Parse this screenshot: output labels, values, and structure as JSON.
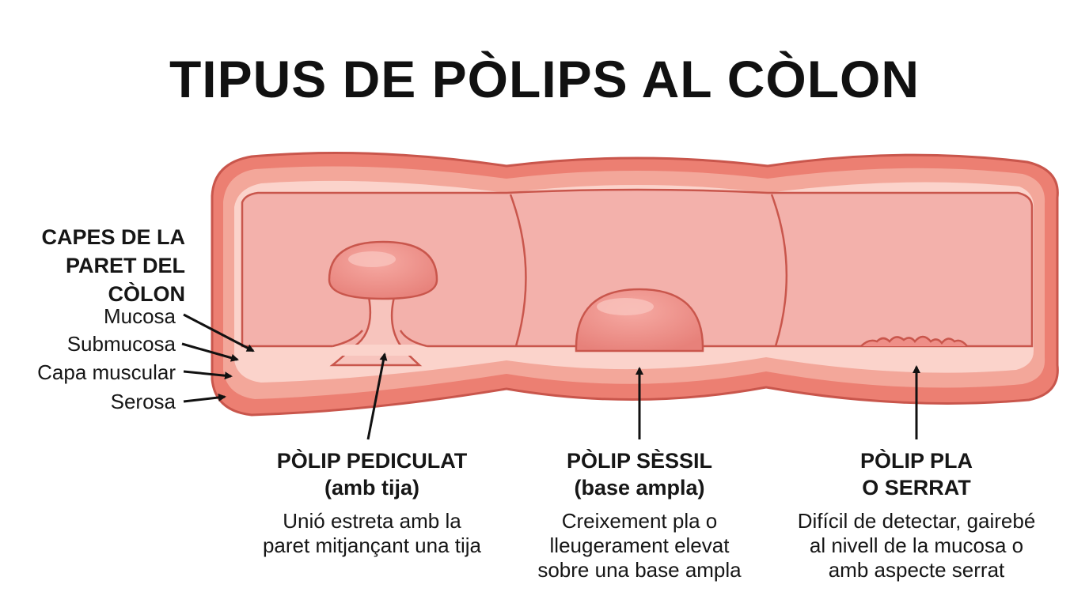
{
  "title": "TIPUS DE PÒLIPS AL CÒLON",
  "layers": {
    "heading": "CAPES DE LA PARET DEL CÒLON",
    "items": [
      "Mucosa",
      "Submucosa",
      "Capa muscular",
      "Serosa"
    ]
  },
  "polyps": [
    {
      "name_line1": "PÒLIP PEDICULAT",
      "name_line2": "(amb tija)",
      "desc_line1": "Unió estreta amb la",
      "desc_line2": "paret mitjançant una tija",
      "desc_line3": ""
    },
    {
      "name_line1": "PÒLIP SÈSSIL",
      "name_line2": "(base ampla)",
      "desc_line1": "Creixement pla o",
      "desc_line2": "lleugerament elevat",
      "desc_line3": "sobre una base ampla"
    },
    {
      "name_line1": "PÒLIP PLA",
      "name_line2": "O SERRAT",
      "desc_line1": "Difícil de detectar, gairebé",
      "desc_line2": "al nivell de la mucosa o",
      "desc_line3": "amb aspecte serrat"
    }
  ],
  "colors": {
    "serosa": "#ec7f72",
    "muscular": "#f3a79a",
    "submucosa": "#fbd3cb",
    "lumen": "#f3b1ab",
    "outline": "#c9564c",
    "polyp": "#ef8f88"
  }
}
